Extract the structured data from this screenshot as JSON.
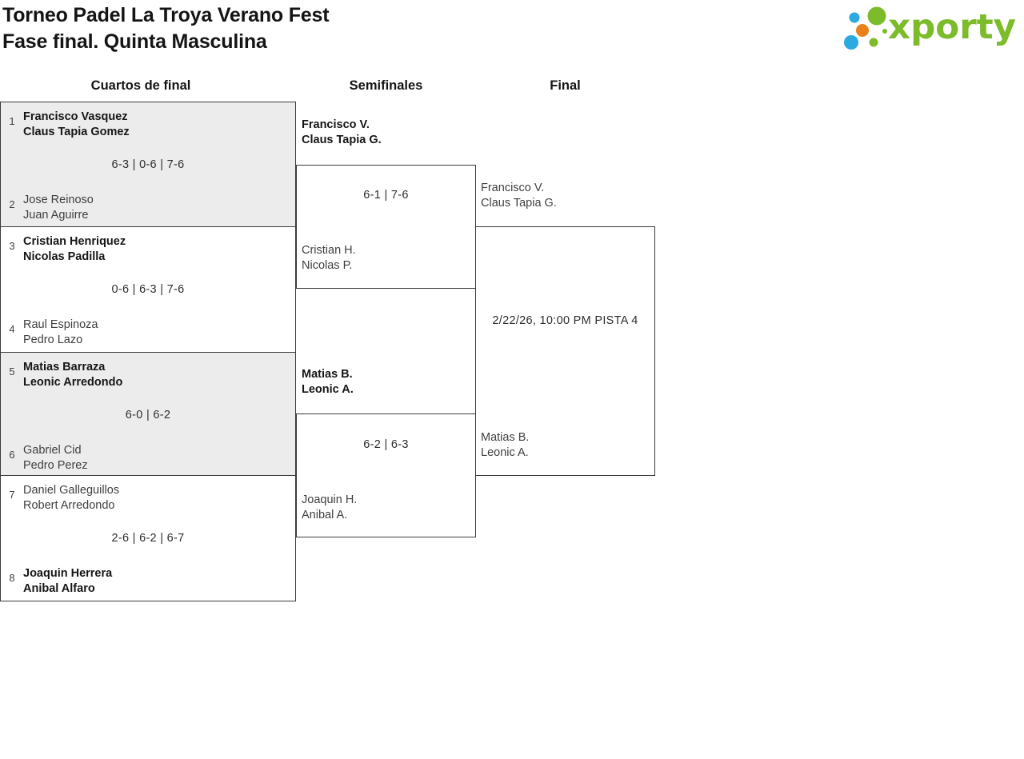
{
  "page": {
    "title_line1": "Torneo Padel La Troya Verano Fest",
    "title_line2": "Fase final. Quinta Masculina"
  },
  "logo": {
    "text": "xporty",
    "colors": {
      "green": "#7cbb2a",
      "blue": "#2ba9e0",
      "orange": "#e9811a"
    }
  },
  "round_headers": [
    "Cuartos de final",
    "Semifinales",
    "Final"
  ],
  "bracket": {
    "quarterfinals": [
      {
        "seed_top": "1",
        "team_top": [
          "Francisco Vasquez",
          "Claus Tapia Gomez"
        ],
        "score": "6-3 | 0-6 | 7-6",
        "seed_bottom": "2",
        "team_bottom": [
          "Jose Reinoso",
          "Juan Aguirre"
        ],
        "winner": "top"
      },
      {
        "seed_top": "3",
        "team_top": [
          "Cristian Henriquez",
          "Nicolas Padilla"
        ],
        "score": "0-6 | 6-3 | 7-6",
        "seed_bottom": "4",
        "team_bottom": [
          "Raul Espinoza",
          "Pedro Lazo"
        ],
        "winner": "top"
      },
      {
        "seed_top": "5",
        "team_top": [
          "Matias Barraza",
          "Leonic Arredondo"
        ],
        "score": "6-0 | 6-2",
        "seed_bottom": "6",
        "team_bottom": [
          "Gabriel Cid",
          "Pedro Perez"
        ],
        "winner": "top"
      },
      {
        "seed_top": "7",
        "team_top": [
          "Daniel Galleguillos",
          "Robert Arredondo"
        ],
        "score": "2-6 | 6-2 | 6-7",
        "seed_bottom": "8",
        "team_bottom": [
          "Joaquin Herrera",
          "Anibal Alfaro"
        ],
        "winner": "bottom"
      }
    ],
    "semifinals": [
      {
        "team_top": [
          "Francisco V.",
          "Claus Tapia G."
        ],
        "score": "6-1 | 7-6",
        "team_bottom": [
          "Cristian H.",
          "Nicolas P."
        ],
        "winner": "top"
      },
      {
        "team_top": [
          "Matias B.",
          "Leonic A."
        ],
        "score": "6-2 | 6-3",
        "team_bottom": [
          "Joaquin H.",
          "Anibal A."
        ],
        "winner": "top"
      }
    ],
    "final": {
      "team_top": [
        "Francisco V.",
        "Claus Tapia G."
      ],
      "schedule": "2/22/26, 10:00 PM PISTA 4",
      "team_bottom": [
        "Matias B.",
        "Leonic A."
      ]
    }
  }
}
